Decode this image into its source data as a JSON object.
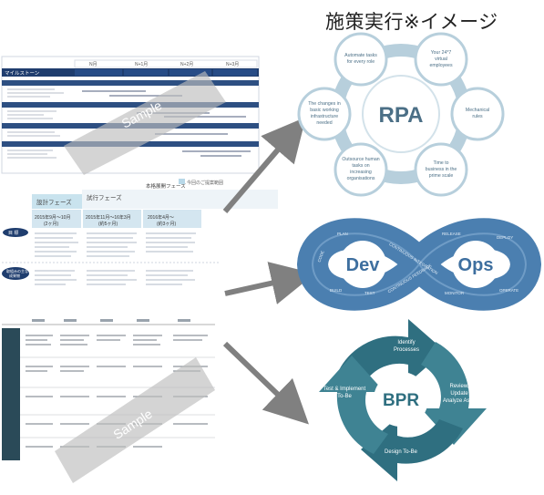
{
  "title": "施策実行※イメージ",
  "left_docs": {
    "doc1": {
      "milestone_label": "マイルストーン",
      "col_headers": [
        "N月",
        "N+1月",
        "N+2月",
        "N+3月"
      ],
      "watermark": "Sample"
    },
    "doc2": {
      "phase_left": "設計フェーズ",
      "phase_right": "試行フェーズ",
      "phase_far": "本格展開フェーズ",
      "legend": "今回のご提案範囲",
      "periods": [
        "2015年9月〜10月\n(2ヶ月)",
        "2015年11月〜16年3月\n(約5ヶ月)",
        "2016年4月〜\n(約3ヶ月)"
      ],
      "row_labels": [
        "目 標",
        "取組みの主な成果物"
      ]
    },
    "doc3": {
      "watermark": "Sample"
    }
  },
  "rpa": {
    "center_label": "RPA",
    "nodes": [
      "Automate tasks for every role",
      "Your 24*7 virtual employees",
      "Mechanical rules",
      "Time to business in the prime scale",
      "Outsource human tasks on increasing organisations",
      "The changes in basic working infrastructure needed"
    ]
  },
  "devops": {
    "left_label": "Dev",
    "right_label": "Ops",
    "loop_words": [
      "PLAN",
      "CODE",
      "BUILD",
      "TEST",
      "RELEASE",
      "DEPLOY",
      "OPERATE",
      "MONITOR",
      "CONTINUOUS FEEDBACK",
      "CONTINUOUS INTEGRATION"
    ]
  },
  "bpr": {
    "center_label": "BPR",
    "steps": [
      "Identify Processes",
      "Review, Update Analyze As-Is",
      "Design To-Be",
      "Test & Implement To-Be"
    ]
  },
  "colors": {
    "arrow": "#808080",
    "rpa_dark": "#4b6f86",
    "rpa_light": "#b7cfdc",
    "devops": "#4b7fb0",
    "bpr": "#2f6f80"
  }
}
